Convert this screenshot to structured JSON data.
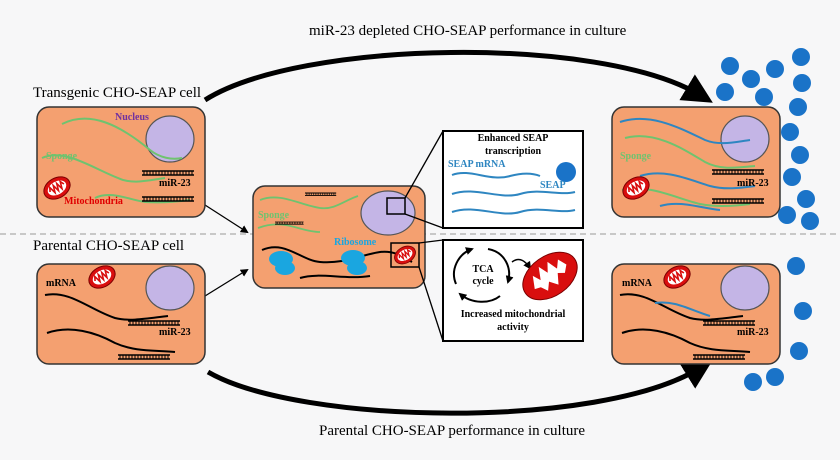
{
  "title_top": "miR-23 depleted CHO-SEAP performance in culture",
  "title_bottom": "Parental CHO-SEAP performance in culture",
  "row_labels": {
    "transgenic": "Transgenic CHO-SEAP cell",
    "parental": "Parental CHO-SEAP cell"
  },
  "cell_labels": {
    "nucleus": "Nucleus",
    "sponge": "Sponge",
    "mitochondria": "Mitochondria",
    "mir23": "miR-23",
    "mrna": "mRNA",
    "ribosome": "Ribosome"
  },
  "panel_seap": {
    "title_line1": "Enhanced SEAP",
    "title_line2": "transcription",
    "mrna_label": "SEAP mRNA",
    "protein_label": "SEAP"
  },
  "panel_mito": {
    "cycle_line1": "TCA",
    "cycle_line2": "cycle",
    "caption_line1": "Increased mitochondrial",
    "caption_line2": "activity"
  },
  "colors": {
    "cell_fill": "#f4a070",
    "cell_border": "#333333",
    "nucleus": "#c4b5e6",
    "sponge": "#6fc36f",
    "mrna_seap": "#2e86c1",
    "seap_dot": "#1a73c8",
    "mito": "#e01010",
    "ribosome": "#1aa6e0",
    "nucleus_label": "#7030a0",
    "mito_label": "#e00000"
  }
}
